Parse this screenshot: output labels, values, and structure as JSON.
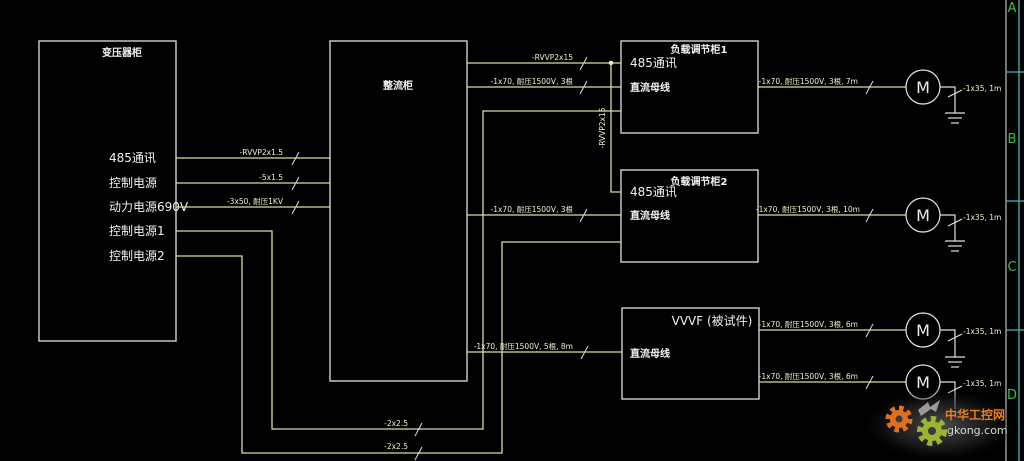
{
  "colors": {
    "background": "#000000",
    "box": "#d2d2d2",
    "wire": "#dcdc9c",
    "border": "#4fb3b3",
    "zone_letters": "#3cc03c",
    "watermark_orange": "#e8801c",
    "watermark_green": "#9bb530"
  },
  "cabinets": {
    "transformer": {
      "title": "变压器柜",
      "ports": [
        "485通讯",
        "控制电源",
        "动力电源690V",
        "控制电源1",
        "控制电源2"
      ]
    },
    "rectifier": {
      "title": "整流柜"
    },
    "load1": {
      "title": "负载调节柜1",
      "ports": [
        "485通讯",
        "直流母线"
      ]
    },
    "load2": {
      "title": "负载调节柜2",
      "ports": [
        "485通讯",
        "直流母线"
      ]
    },
    "vvvf": {
      "title": "VVVF (被试件)",
      "ports": [
        "直流母线"
      ]
    }
  },
  "cables": {
    "transformer_485": "-RVVP2x1.5",
    "transformer_control": "-5x1.5",
    "transformer_power": "-3x50, 耐压1KV",
    "control1": "-2x2.5",
    "control2": "-2x2.5",
    "rectifier_485": "-RVVP2x15",
    "rectifier_485_branch": "-RVVP2x15",
    "rectifier_dc_load1": "-1x70, 耐压1500V, 3根",
    "rectifier_dc_load2": "-1x70, 耐压1500V, 3根",
    "rectifier_dc_vvvf": "-1x70, 耐压1500V, 5根, 8m",
    "motor1_feed": "-1x70, 耐压1500V, 3根, 7m",
    "motor2_feed": "-1x70, 耐压1500V, 3根, 10m",
    "motor3_feed": "-1x70, 耐压1500V, 3根, 6m",
    "motor4_feed": "-1x70, 耐压1500V, 3根, 6m",
    "ground": [
      "-1x35, 1m",
      "-1x35, 1m",
      "-1x35, 1m",
      "-1x35, 1m"
    ]
  },
  "motor_label": "M",
  "border_zones": [
    "A",
    "B",
    "C",
    "D"
  ],
  "watermark": {
    "name": "中华工控网",
    "url": "gkong.com"
  }
}
